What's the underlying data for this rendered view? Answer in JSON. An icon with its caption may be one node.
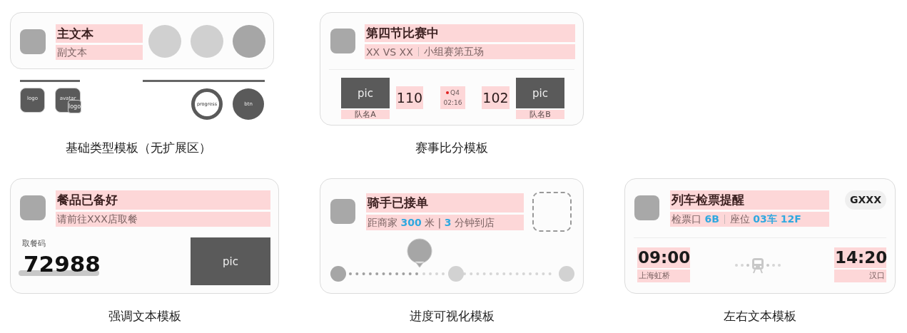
{
  "diagram": {
    "nodes": [
      {
        "text": [],
        "shape": "box"
      },
      {
        "text": [],
        "shape": "box",
        "in": 0
      },
      {
        "text": [
          "主文本"
        ],
        "in": 0
      },
      {
        "text": [
          "副文本"
        ],
        "in": 0
      },
      {
        "text": [],
        "shape": "circle",
        "in": 0
      },
      {
        "text": [],
        "shape": "circle",
        "in": 0
      },
      {
        "text": [],
        "shape": "circle",
        "in": 0
      },
      {
        "text": [
          "logo"
        ]
      },
      {
        "text": [
          "avatar"
        ]
      },
      {
        "text": [
          "logo"
        ],
        "in": 8
      },
      {
        "text": [
          "progress"
        ]
      },
      {
        "text": [
          "btn"
        ]
      },
      {
        "text": [],
        "shape": "box",
        "beside": [
          "赛事比分模板"
        ]
      },
      {
        "text": [],
        "shape": "box",
        "in": 12
      },
      {
        "text": [
          "第四节比赛中"
        ],
        "in": 12
      },
      {
        "text": [
          "XX VS XX",
          "小组赛第五场"
        ],
        "in": 12
      },
      {
        "text": [
          "pic"
        ],
        "in": 12
      },
      {
        "text": [
          "队名A"
        ],
        "in": 12
      },
      {
        "text": [
          "110"
        ],
        "in": 12
      },
      {
        "text": [
          "Q4",
          "02:16"
        ],
        "in": 12
      },
      {
        "text": [
          "102"
        ],
        "in": 12
      },
      {
        "text": [
          "pic"
        ],
        "in": 12
      },
      {
        "text": [
          "队名B"
        ],
        "in": 12
      },
      {
        "text": [],
        "shape": "box",
        "beside": [
          "强调文本模板"
        ]
      },
      {
        "text": [],
        "shape": "box",
        "in": 23
      },
      {
        "text": [
          "餐品已备好"
        ],
        "in": 23
      },
      {
        "text": [
          "请前往XXX店取餐"
        ],
        "in": 23
      },
      {
        "text": [
          "pic"
        ],
        "in": 23
      },
      {
        "text": [],
        "shape": "box",
        "beside": [
          "进度可视化模板"
        ]
      },
      {
        "text": [],
        "shape": "box",
        "in": 28
      },
      {
        "text": [
          "骑手已接单"
        ],
        "in": 28
      },
      {
        "text": [
          "距商家 **300** 米 | **3** 分钟到店"
        ],
        "in": 28
      },
      {
        "text": [],
        "shape": "box",
        "in": 28
      },
      {
        "text": [],
        "shape": "circle",
        "in": 28
      },
      {
        "text": [],
        "shape": "pin",
        "in": 28
      },
      {
        "text": [],
        "shape": "circle",
        "in": 28
      },
      {
        "text": [],
        "shape": "circle",
        "in": 28
      },
      {
        "text": [],
        "shape": "box",
        "beside": [
          "左右文本模板"
        ]
      },
      {
        "text": [],
        "shape": "box",
        "in": 37
      },
      {
        "text": [
          "列车检票提醒"
        ],
        "in": 37
      },
      {
        "text": [
          "检票口 **6B**",
          "座位 **03车 12F**"
        ],
        "in": 37
      },
      {
        "text": [
          "GXXX"
        ],
        "in": 37
      },
      {
        "text": [
          "09:00"
        ],
        "in": 37
      },
      {
        "text": [
          "上海虹桥"
        ],
        "in": 37
      },
      {
        "text": [
          "14:20"
        ],
        "in": 37
      },
      {
        "text": [
          "汉口"
        ],
        "in": 37
      }
    ],
    "labels": [
      "基础类型模板（无扩展区）",
      "取餐码",
      "72988"
    ]
  }
}
